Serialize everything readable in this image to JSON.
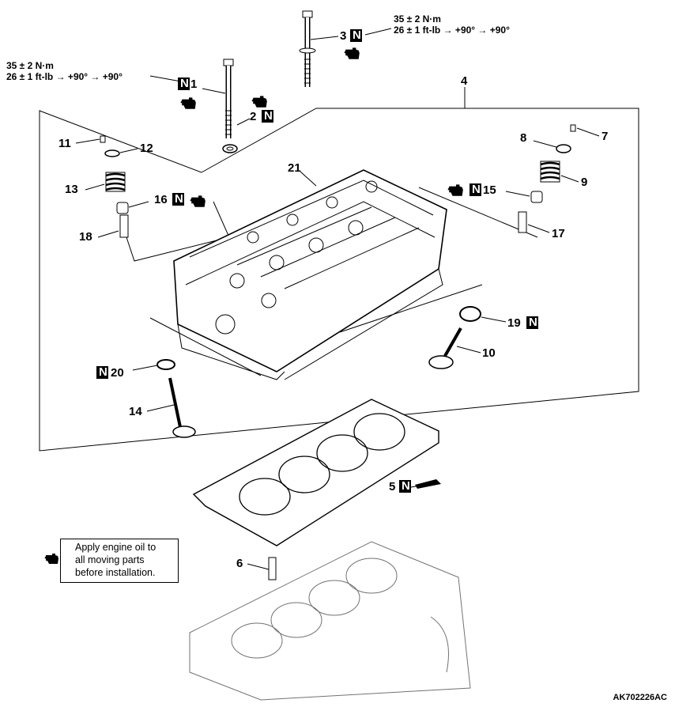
{
  "torque_left": {
    "line1": "35 ± 2 N·m",
    "line2": "26 ± 1 ft-lb → +90° → +90°"
  },
  "torque_right": {
    "line1": "35 ± 2 N·m",
    "line2": "26 ± 1 ft-lb → +90° → +90°"
  },
  "parts": {
    "p1": "1",
    "p2": "2",
    "p3": "3",
    "p4": "4",
    "p5": "5",
    "p6": "6",
    "p7": "7",
    "p8": "8",
    "p9": "9",
    "p10": "10",
    "p11": "11",
    "p12": "12",
    "p13": "13",
    "p14": "14",
    "p15": "15",
    "p16": "16",
    "p17": "17",
    "p18": "18",
    "p19": "19",
    "p20": "20",
    "p21": "21"
  },
  "new_part_symbol": "N",
  "note": {
    "line1": "Apply engine oil to",
    "line2": "all moving parts",
    "line3": "before installation."
  },
  "figure_code": "AK702226AC"
}
